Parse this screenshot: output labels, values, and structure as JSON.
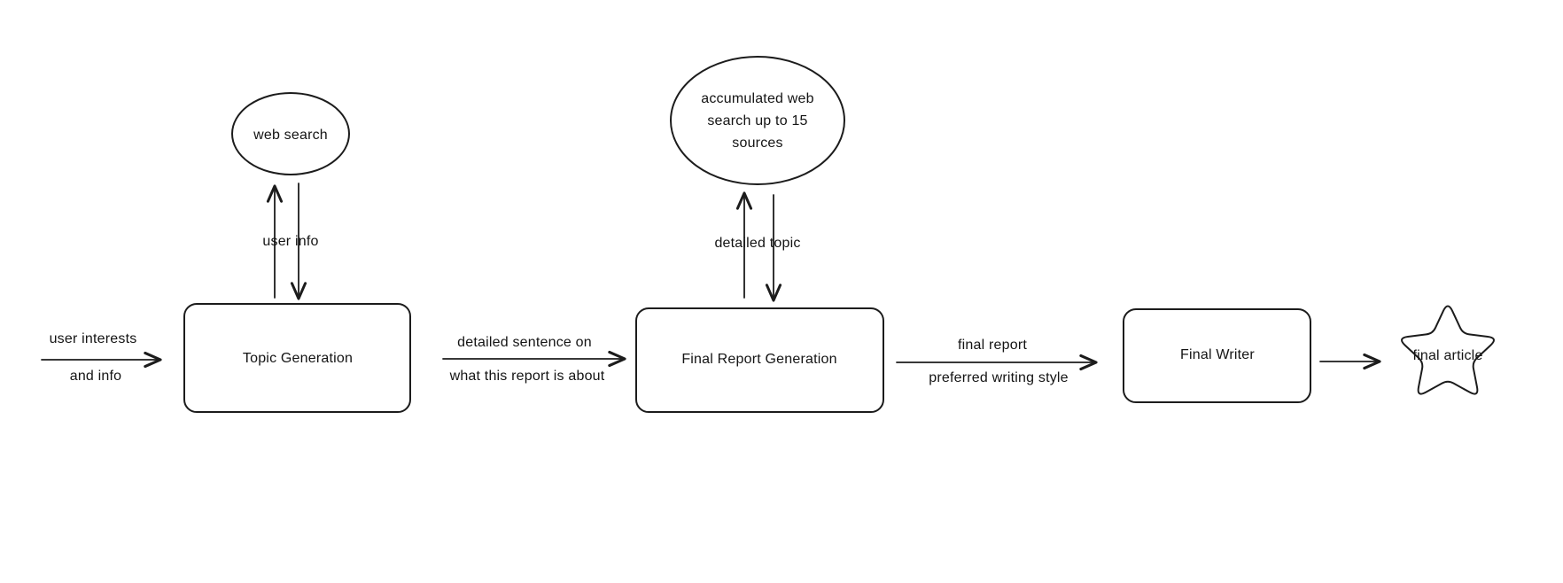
{
  "diagram": {
    "nodes": {
      "web_search": {
        "label": "web search"
      },
      "accumulated_search": {
        "label": "accumulated web search up to 15 sources"
      },
      "topic_generation": {
        "label": "Topic Generation"
      },
      "final_report_generation": {
        "label": "Final Report Generation"
      },
      "final_writer": {
        "label": "Final Writer"
      },
      "final_article": {
        "label": "final article"
      }
    },
    "edges": {
      "user_input": {
        "label_top": "user interests",
        "label_bottom": "and info"
      },
      "topic_web_search": {
        "label": "user info"
      },
      "topic_to_report": {
        "label_top": "detailed sentence on",
        "label_bottom": "what this report is about"
      },
      "report_accumulated_search": {
        "label": "detailed topic"
      },
      "report_to_writer": {
        "label_top": "final report",
        "label_bottom": "preferred writing style"
      }
    },
    "colors": {
      "stroke": "#1c1c1c",
      "text": "#141414",
      "background": "#ffffff"
    }
  }
}
